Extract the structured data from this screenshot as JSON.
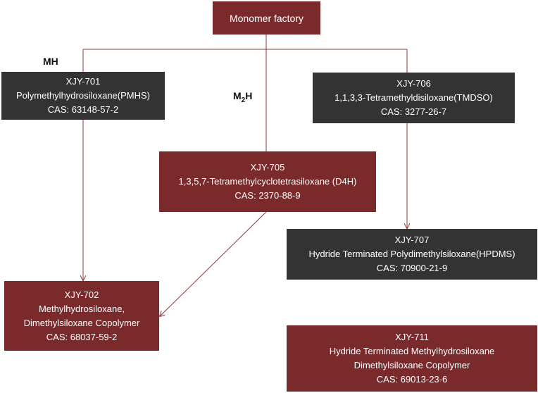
{
  "colors": {
    "red_box": "#7b2a2c",
    "dark_box": "#333333",
    "connector": "#8b3a3a"
  },
  "edge_labels": {
    "mh": "MH",
    "m2h_base": "M",
    "m2h_sub": "2",
    "m2h_tail": "H"
  },
  "nodes": {
    "factory": {
      "title": "Monomer factory"
    },
    "xjy701": {
      "code": "XJY-701",
      "name": "Polymethylhydrosiloxane(PMHS)",
      "cas": "CAS: 63148-57-2"
    },
    "xjy706": {
      "code": "XJY-706",
      "name": "1,1,3,3-Tetramethyldisiloxane(TMDSO)",
      "cas": "CAS: 3277-26-7"
    },
    "xjy705": {
      "code": "XJY-705",
      "name": "1,3,5,7-Tetramethylcyclotetrasiloxane (D4H)",
      "cas": "CAS: 2370-88-9"
    },
    "xjy707": {
      "code": "XJY-707",
      "name": "Hydride Terminated Polydimethylsiloxane(HPDMS)",
      "cas": "CAS: 70900-21-9"
    },
    "xjy702": {
      "code": "XJY-702",
      "name_line1": "Methylhydrosiloxane,",
      "name_line2": "Dimethylsiloxane Copolymer",
      "cas": "CAS: 68037-59-2"
    },
    "xjy711": {
      "code": "XJY-711",
      "name_line1": "Hydride Terminated Methylhydrosiloxane",
      "name_line2": "Dimethylsiloxane Copolymer",
      "cas": "CAS: 69013-23-6"
    }
  }
}
